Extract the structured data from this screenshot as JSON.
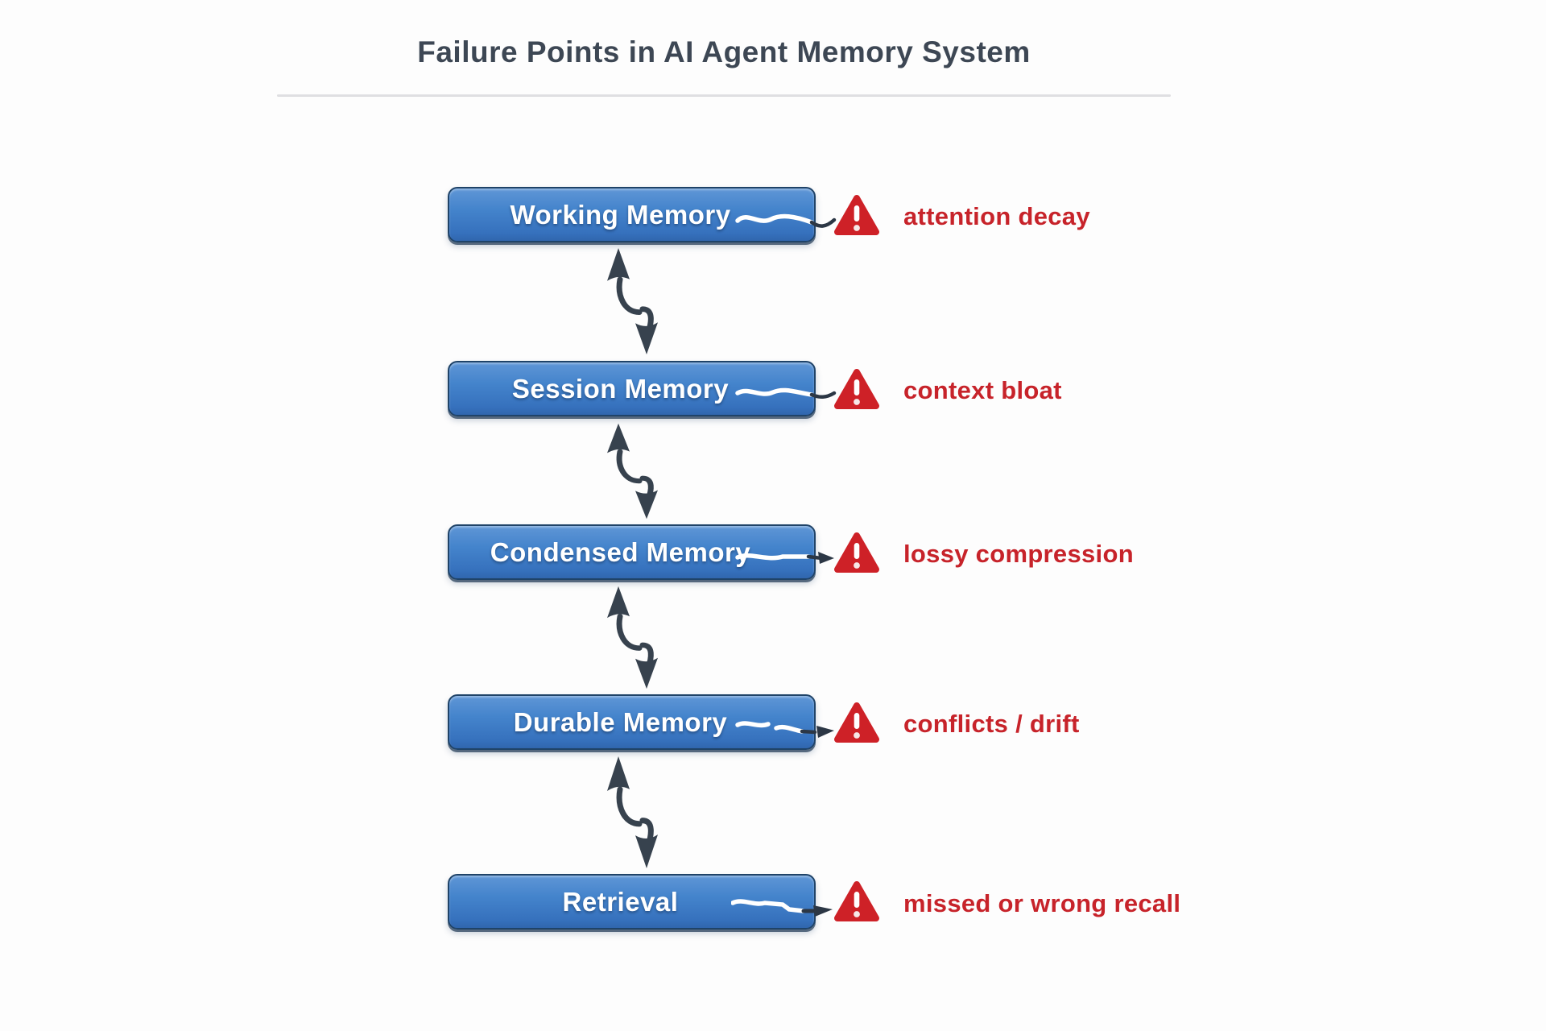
{
  "title": "Failure Points in AI Agent Memory System",
  "palette": {
    "box_blue_top": "#5f96d6",
    "box_blue_bottom": "#3066ae",
    "box_border": "#1f4368",
    "arrow_dark": "#37424e",
    "warning_red": "#ce2127",
    "label_red": "#c7232a",
    "title_color": "#3d4754",
    "divider_gray": "#d4d4d8",
    "background": "#fdfdfd"
  },
  "flow": {
    "direction": "vertical",
    "arrows_between_nodes": "bidirectional",
    "nodes": [
      {
        "label": "Working Memory",
        "failure": "attention decay",
        "icon": "warning-triangle-icon"
      },
      {
        "label": "Session Memory",
        "failure": "context bloat",
        "icon": "warning-triangle-icon"
      },
      {
        "label": "Condensed Memory",
        "failure": "lossy compression",
        "icon": "warning-triangle-icon"
      },
      {
        "label": "Durable Memory",
        "failure": "conflicts / drift",
        "icon": "warning-triangle-icon"
      },
      {
        "label": "Retrieval",
        "failure": "missed or wrong recall",
        "icon": "warning-triangle-icon"
      }
    ]
  }
}
